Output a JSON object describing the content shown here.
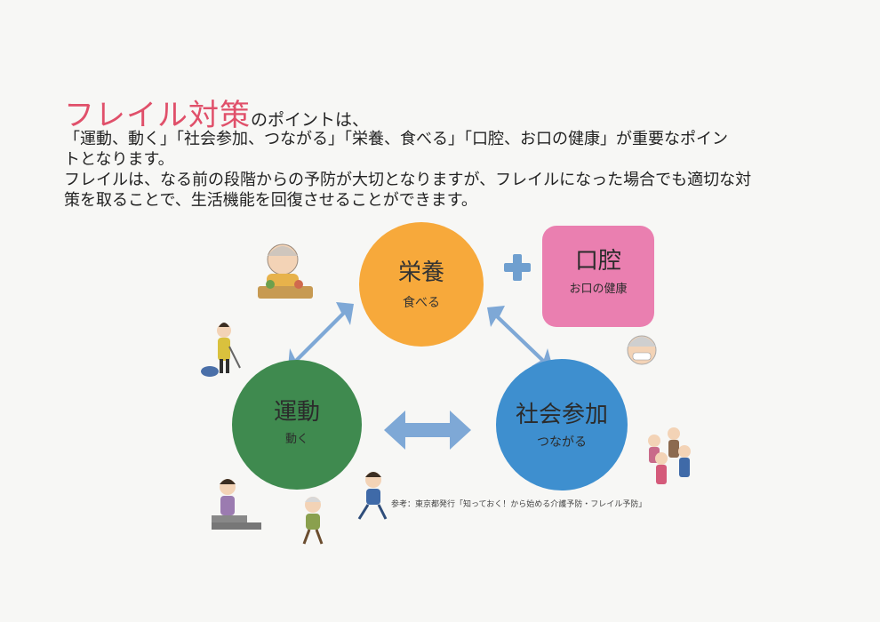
{
  "intro": {
    "title_emphasis": "フレイル対策",
    "title_rest": "のポイントは、",
    "lines": [
      "「運動、動く」「社会参加、つながる」「栄養、食べる」「口腔、お口の健康」が重要なポイン",
      "トとなります。",
      "フレイルは、なる前の段階からの予防が大切となりますが、フレイルになった場合でも適切な対",
      "策を取ることで、生活機能を回復させることができます。"
    ]
  },
  "diagram": {
    "nutrition": {
      "title": "栄養",
      "sub": "食べる",
      "color": "#f7a93b"
    },
    "exercise": {
      "title": "運動",
      "sub": "動く",
      "color": "#3f8a4f"
    },
    "social": {
      "title": "社会参加",
      "sub": "つながる",
      "color": "#3e8fcf"
    },
    "oral": {
      "title": "口腔",
      "sub": "お口の健康",
      "color": "#ea7fb0"
    },
    "plus_color": "#6f9fcf",
    "arrow_color": "#7ea8d6",
    "source_note": "参考：東京都発行「知っておく！から始める介護予防・フレイル予防」"
  }
}
